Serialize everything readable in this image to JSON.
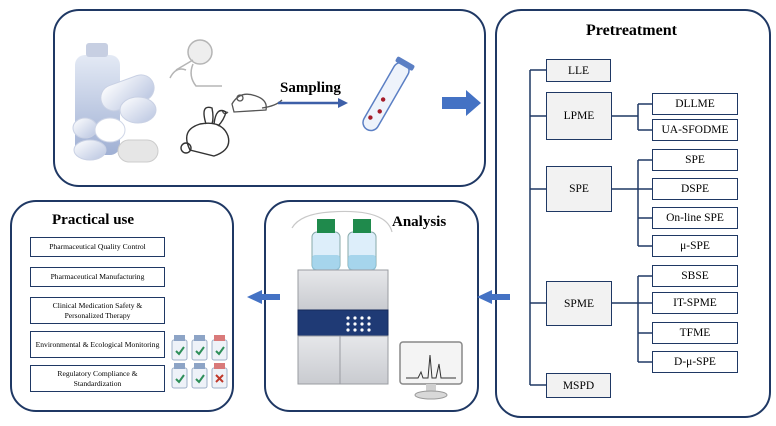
{
  "sampling": {
    "label": "Sampling"
  },
  "pretreatment": {
    "title": "Pretreatment",
    "methods": [
      {
        "label": "LLE",
        "sub": []
      },
      {
        "label": "LPME",
        "sub": [
          "DLLME",
          "UA-SFODME"
        ]
      },
      {
        "label": "SPE",
        "sub": [
          "SPE",
          "DSPE",
          "On-line SPE",
          "μ-SPE"
        ]
      },
      {
        "label": "SPME",
        "sub": [
          "SBSE",
          "IT-SPME",
          "TFME",
          "D-μ-SPE"
        ]
      },
      {
        "label": "MSPD",
        "sub": []
      }
    ]
  },
  "analysis": {
    "title": "Analysis"
  },
  "practical_use": {
    "title": "Practical use",
    "items": [
      "Pharmaceutical Quality Control",
      "Pharmaceutical Manufacturing",
      "Clinical Medication Safety & Personalized Therapy",
      "Environmental & Ecological Monitoring",
      "Regulatory Compliance & Standardization"
    ]
  },
  "colors": {
    "border": "#1f3864",
    "arrow": "#4472c4",
    "box_fill": "#f2f2f2"
  },
  "icons": [
    "pills-icon",
    "human-swab-icon",
    "rat-icon",
    "rabbit-icon",
    "test-tube-icon",
    "hplc-instrument-icon",
    "monitor-chromatogram-icon",
    "vials-icon"
  ]
}
